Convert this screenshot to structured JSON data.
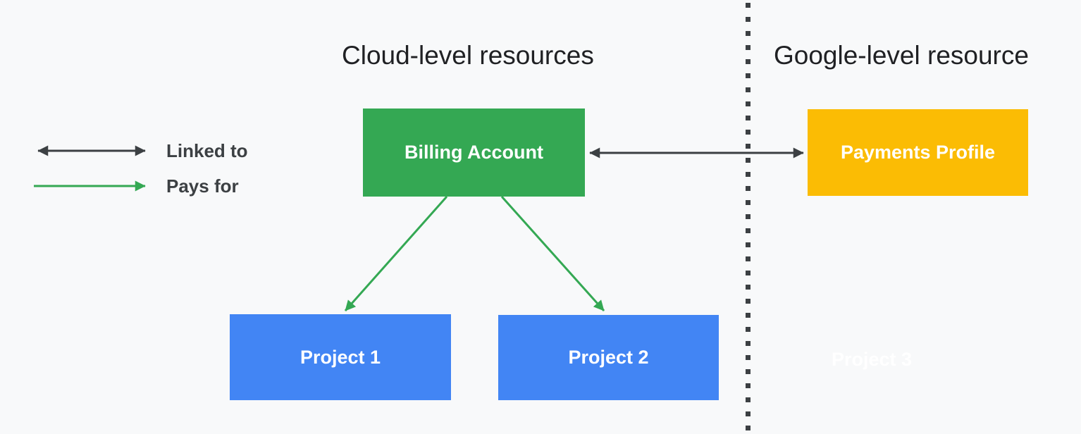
{
  "headings": {
    "cloud": "Cloud-level resources",
    "google": "Google-level resource"
  },
  "legend": {
    "items": [
      {
        "icon": "double-headed-arrow-icon",
        "label": "Linked to"
      },
      {
        "icon": "single-arrow-icon",
        "label": "Pays for"
      }
    ]
  },
  "nodes": {
    "billing_account": {
      "label": "Billing Account"
    },
    "payments_profile": {
      "label": "Payments Profile"
    },
    "project1": {
      "label": "Project 1"
    },
    "project2": {
      "label": "Project 2"
    },
    "project3": {
      "label": "Project 3"
    }
  },
  "edges": [
    {
      "from": "Billing Account",
      "to": "Payments Profile",
      "type": "Linked to"
    },
    {
      "from": "Billing Account",
      "to": "Project 1",
      "type": "Pays for"
    },
    {
      "from": "Billing Account",
      "to": "Project 2",
      "type": "Pays for"
    }
  ],
  "colors": {
    "background": "#f8f9fa",
    "ink": "#3c4043",
    "heading_ink": "#202124",
    "green": "#34a853",
    "blue": "#4285f4",
    "yellow": "#fbbc04",
    "white": "#ffffff"
  }
}
